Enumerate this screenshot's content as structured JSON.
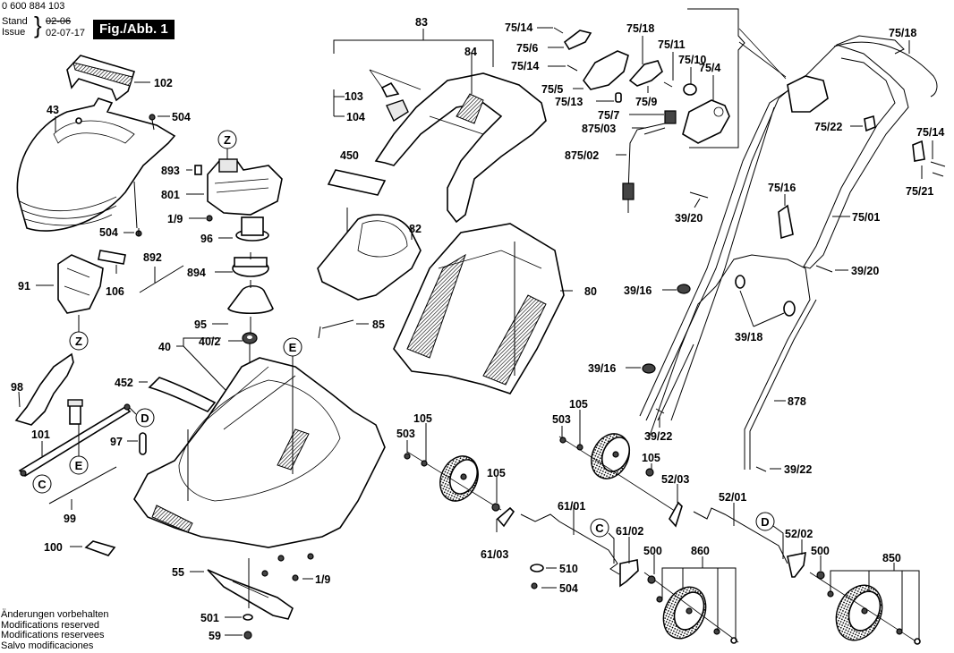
{
  "header": {
    "document_number": "0 600 884 103",
    "stand_label": "Stand",
    "issue_label": "Issue",
    "date_superseded": "02-06",
    "date_current": "02-07-17",
    "figure_label": "Fig./Abb. 1"
  },
  "footer": {
    "lines": [
      "Änderungen vorbehalten",
      "Modifications reserved",
      "Modifications reservees",
      "Salvo modificaciones"
    ]
  },
  "callouts": {
    "z_top": "Z",
    "z_left": "Z",
    "c_left": "C",
    "c_right": "C",
    "d_left": "D",
    "d_right": "D",
    "e_left": "E",
    "e_deck": "E"
  },
  "labels": {
    "p102": "102",
    "p43": "43",
    "p504a": "504",
    "p504b": "504",
    "p504c": "504",
    "p893": "893",
    "p801": "801",
    "p1_9a": "1/9",
    "p1_9b": "1/9",
    "p96": "96",
    "p892": "892",
    "p894": "894",
    "p91": "91",
    "p106": "106",
    "p95": "95",
    "p40": "40",
    "p40_2": "40/2",
    "p98": "98",
    "p452": "452",
    "p101": "101",
    "p97": "97",
    "p99": "99",
    "p100": "100",
    "p55": "55",
    "p501": "501",
    "p59": "59",
    "p83": "83",
    "p84": "84",
    "p103": "103",
    "p104": "104",
    "p450": "450",
    "p82": "82",
    "p85": "85",
    "p80": "80",
    "p75_14a": "75/14",
    "p75_6": "75/6",
    "p75_14b": "75/14",
    "p75_5": "75/5",
    "p75_13": "75/13",
    "p75_18a": "75/18",
    "p75_11": "75/11",
    "p75_10": "75/10",
    "p75_4": "75/4",
    "p75_9": "75/9",
    "p75_7": "75/7",
    "p875_03": "875/03",
    "p875_02": "875/02",
    "p75_18b": "75/18",
    "p75_22": "75/22",
    "p75_14c": "75/14",
    "p75_21": "75/21",
    "p75_16": "75/16",
    "p75_01": "75/01",
    "p39_20a": "39/20",
    "p39_20b": "39/20",
    "p39_16a": "39/16",
    "p39_16b": "39/16",
    "p39_18": "39/18",
    "p878": "878",
    "p39_22a": "39/22",
    "p39_22b": "39/22",
    "p105a": "105",
    "p503a": "503",
    "p105b": "105",
    "p105c": "105",
    "p503b": "503",
    "p105d": "105",
    "p52_03": "52/03",
    "p52_01": "52/01",
    "p61_01": "61/01",
    "p61_03": "61/03",
    "p61_02": "61/02",
    "p510": "510",
    "p500a": "500",
    "p500b": "500",
    "p860": "860",
    "p52_02": "52/02",
    "p850": "850"
  }
}
